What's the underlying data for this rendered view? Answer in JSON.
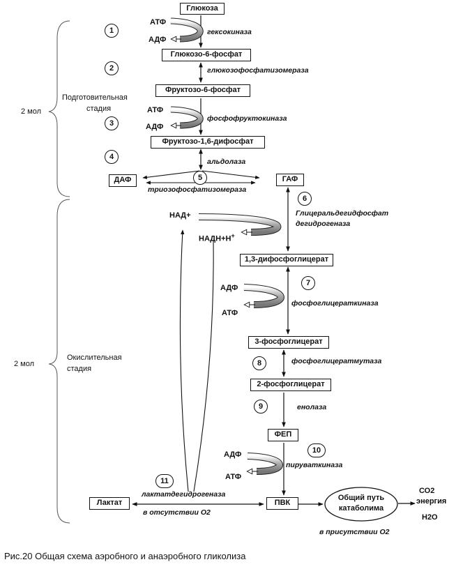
{
  "compounds": {
    "glucose": "Глюкоза",
    "g6p": "Глюкозо-6-фосфат",
    "f6p": "Фруктозо-6-фосфат",
    "f16bp": "Фруктозо-1,6-дифосфат",
    "dap": "ДАФ",
    "gap": "ГАФ",
    "bpg13": "1,3-дифосфоглицерат",
    "pg3": "3-фосфоглицерат",
    "pg2": "2-фосфоглицерат",
    "pep": "ФЕП",
    "pyruvate": "ПВК",
    "lactate": "Лактат"
  },
  "enzymes": {
    "e1": "гексокиназа",
    "e2": "глюкозофосфатизомераза",
    "e3": "фосфофруктокиназа",
    "e4": "альдолаза",
    "e5": "триозофосфатизомераза",
    "e6_line1": "Глицеральдегидфосфат",
    "e6_line2": "дегидрогеназа",
    "e7": "фосфоглицераткиназа",
    "e8": "фосфоглицератмутаза",
    "e9": "енолаза",
    "e10": "пируваткиназа",
    "e11": "лактатдегидрогеназа"
  },
  "cofactors": {
    "atp": "АТФ",
    "adp": "АДФ",
    "nad": "НАД+",
    "nadh": "НАДН+Н",
    "nadh_sup": "+"
  },
  "steps": [
    "1",
    "2",
    "3",
    "4",
    "5",
    "6",
    "7",
    "8",
    "9",
    "10",
    "11"
  ],
  "stages": {
    "prep_line1": "Подготовительная",
    "prep_line2": "стадия",
    "ox_line1": "Окислительная",
    "ox_line2": "стадия",
    "mol_top": "2 мол",
    "mol_bottom": "2 мол"
  },
  "conditions": {
    "anaerobic": "в отсутствии О2",
    "aerobic": "в присутствии О2"
  },
  "catabolism": {
    "line1": "Общий  путь",
    "line2": "катаболима"
  },
  "products": [
    "СО2",
    "энергия",
    "Н2О"
  ],
  "caption": "Рис.20 Общая схема аэробного и анаэробного гликолиза"
}
